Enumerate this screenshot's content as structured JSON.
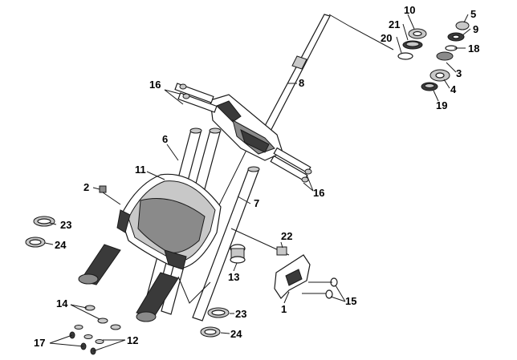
{
  "callouts": {
    "c1": "1",
    "c2": "2",
    "c3": "3",
    "c4": "4",
    "c5": "5",
    "c6": "6",
    "c7": "7",
    "c8": "8",
    "c9": "9",
    "c10": "10",
    "c11": "11",
    "c12": "12",
    "c13": "13",
    "c14": "14",
    "c15": "15",
    "c16a": "16",
    "c16b": "16",
    "c17": "17",
    "c18": "18",
    "c19": "19",
    "c20": "20",
    "c21": "21",
    "c22": "22",
    "c23a": "23",
    "c23b": "23",
    "c24a": "24",
    "c24b": "24"
  }
}
